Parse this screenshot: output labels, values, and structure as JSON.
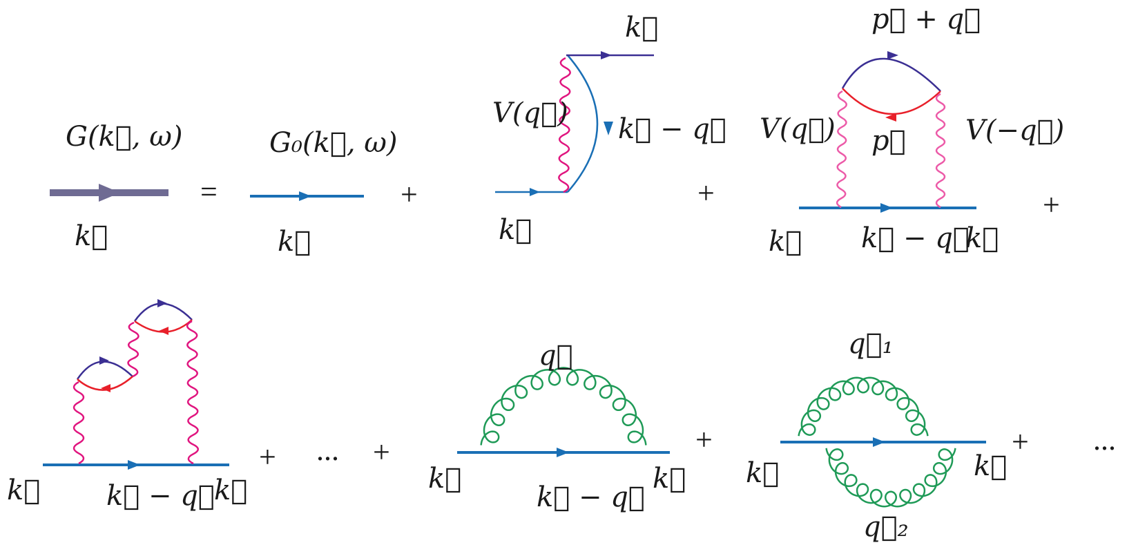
{
  "labels": {
    "G": "G(k⃗, ω)",
    "G0": "G₀(k⃗, ω)",
    "k": "k⃗",
    "kmq": "k⃗ − q⃗",
    "Vq": "V(q⃗)",
    "Vmq": "V(−q⃗)",
    "ppq": "p⃗ + q⃗",
    "p": "p⃗",
    "q": "q⃗",
    "q1": "q⃗₁",
    "q2": "q⃗₂"
  },
  "operators": {
    "equals": "=",
    "plus": "+",
    "dots": "..."
  },
  "colors": {
    "dressed": "#6f6b93",
    "bare": "#1a6fb5",
    "interaction": "#e0157f",
    "interaction_light": "#ec5aa8",
    "bubble_top": "#3b2f93",
    "bubble_bottom": "#e8202a",
    "gluon": "#1f9a57"
  }
}
